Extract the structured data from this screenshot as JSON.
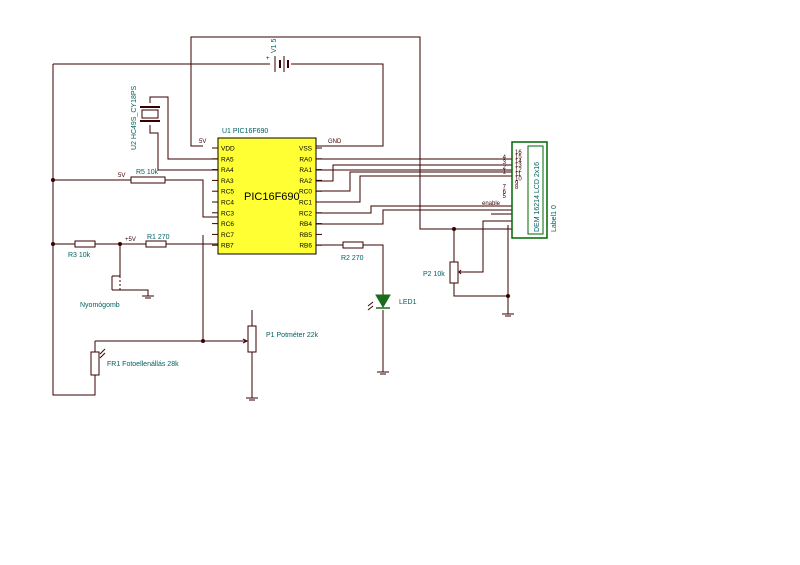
{
  "colors": {
    "wire": "#3a0000",
    "chip_fill": "#ffff33",
    "label": "#006060",
    "lcd_border": "#006600",
    "led": "#1a6b1a"
  },
  "mcu": {
    "ref": "U1 PIC16F690",
    "part": "PIC16F690",
    "left_pins": [
      "VDD",
      "RA5",
      "RA4",
      "RA3",
      "RC5",
      "RC4",
      "RC3",
      "RC6",
      "RC7",
      "RB7"
    ],
    "right_pins": [
      "VSS",
      "RA0",
      "RA1",
      "RA2",
      "RC0",
      "RC1",
      "RC2",
      "RB4",
      "RB5",
      "RB6"
    ]
  },
  "nets": {
    "vdd": "5V",
    "gnd": "GND",
    "r5_net": "5V",
    "r1_net": "+5V",
    "enable": "enable"
  },
  "components": {
    "battery": "V1 5",
    "crystal": "U2 HC49S_CY18PS",
    "r5": "R5 10k",
    "r1": "R1 270",
    "r3": "R3 10k",
    "r2": "R2 270",
    "p1": "P1 Potméter 22k",
    "p2": "P2 10k",
    "fr1": "FR1 Fotoellenállás 28k",
    "button": "Nyomógomb",
    "led": "LED1",
    "lcd": "DEM 16214 LCD 2x16",
    "lcd_label": "Label1 0"
  },
  "lcd_pins": [
    "4",
    "3",
    "2",
    "1",
    "",
    "",
    "7",
    "6",
    "5",
    "",
    "",
    "",
    "",
    ""
  ],
  "lcd_pins_right": [
    "16",
    "15",
    "14",
    "13",
    "12",
    "11",
    "10",
    "9",
    "8"
  ]
}
